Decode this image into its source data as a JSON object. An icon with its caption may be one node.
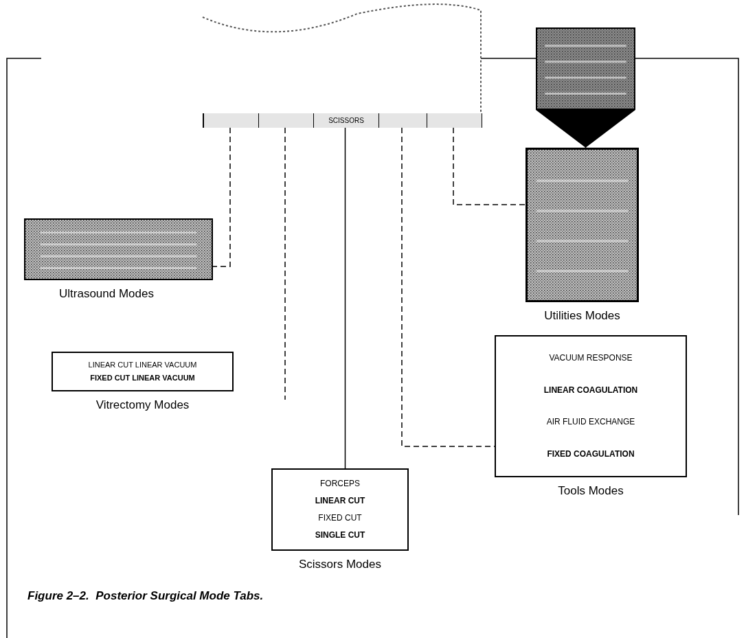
{
  "diagram": {
    "caption": "Figure 2–2.  Posterior Surgical Mode Tabs.",
    "nodes": [
      {
        "text": [],
        "shape": "bar"
      },
      {
        "text": [],
        "shape": "box",
        "in": 0
      },
      {
        "text": [],
        "shape": "box",
        "in": 0
      },
      {
        "text": [
          "SCISSORS"
        ],
        "in": 0
      },
      {
        "text": [],
        "shape": "box",
        "in": 0
      },
      {
        "text": [],
        "shape": "box",
        "in": 0
      },
      {
        "text": [],
        "shape": "picture"
      },
      {
        "text": [
          "Utilities Modes"
        ]
      },
      {
        "text": [
          "Ultrasound Modes"
        ]
      },
      {
        "text": [
          "LINEAR CUT LINEAR VACUUM",
          "FIXED CUT LINEAR VACUUM",
          "Vitrectomy Modes"
        ]
      },
      {
        "text": [
          "VACUUM RESPONSE",
          "LINEAR COAGULATION",
          "AIR FLUID EXCHANGE",
          "FIXED COAGULATION",
          "Tools Modes"
        ]
      },
      {
        "text": [
          "FORCEPS",
          "LINEAR CUT",
          "FIXED CUT",
          "SINGLE CUT",
          "Scissors Modes"
        ]
      }
    ],
    "edges": [
      {
        "from": 1,
        "to": 8,
        "arrow": "none",
        "style": "dashed"
      },
      {
        "from": 2,
        "to": null,
        "arrow": "none",
        "style": "dashed"
      },
      {
        "from": 3,
        "to": 11,
        "arrow": "none"
      },
      {
        "from": 4,
        "to": 10,
        "arrow": "none",
        "style": "dashed"
      },
      {
        "from": 5,
        "to": 7,
        "arrow": "none",
        "style": "dashed"
      },
      {
        "from": 6,
        "to": 7,
        "arrow": "to"
      }
    ]
  }
}
